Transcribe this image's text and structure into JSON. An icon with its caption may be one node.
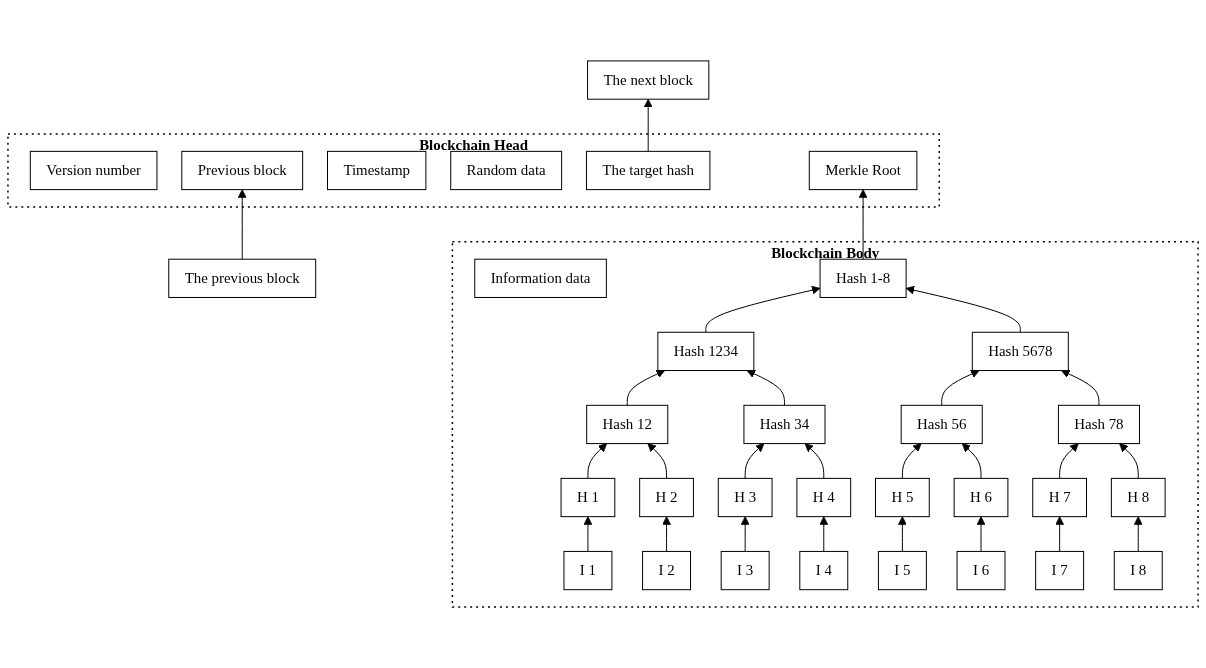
{
  "diagram": {
    "nodes": [
      {
        "text": [
          "The previous block"
        ]
      },
      {
        "text": [
          "Blockchain Head"
        ]
      },
      {
        "text": [
          "Version number"
        ],
        "in": 1
      },
      {
        "text": [
          "Previous block"
        ],
        "in": 1
      },
      {
        "text": [
          "Timestamp"
        ],
        "in": 1
      },
      {
        "text": [
          "Random data"
        ],
        "in": 1
      },
      {
        "text": [
          "The target hash"
        ],
        "in": 1
      },
      {
        "text": [
          "Merkle Root"
        ],
        "in": 1
      },
      {
        "text": [
          "The next block"
        ]
      },
      {
        "text": [
          "Blockchain Body"
        ]
      },
      {
        "text": [
          "Information data"
        ],
        "in": 9
      },
      {
        "text": [
          "Hash 1-8"
        ],
        "in": 9
      },
      {
        "text": [
          "Hash 1234"
        ],
        "in": 9
      },
      {
        "text": [
          "Hash 5678"
        ],
        "in": 9
      },
      {
        "text": [
          "Hash 12"
        ],
        "in": 9
      },
      {
        "text": [
          "Hash 34"
        ],
        "in": 9
      },
      {
        "text": [
          "Hash 56"
        ],
        "in": 9
      },
      {
        "text": [
          "Hash 78"
        ],
        "in": 9
      },
      {
        "text": [
          "H 1"
        ],
        "in": 9
      },
      {
        "text": [
          "H 2"
        ],
        "in": 9
      },
      {
        "text": [
          "H 3"
        ],
        "in": 9
      },
      {
        "text": [
          "H 4"
        ],
        "in": 9
      },
      {
        "text": [
          "H 5"
        ],
        "in": 9
      },
      {
        "text": [
          "H 6"
        ],
        "in": 9
      },
      {
        "text": [
          "H 7"
        ],
        "in": 9
      },
      {
        "text": [
          "H 8"
        ],
        "in": 9
      },
      {
        "text": [
          "I 1"
        ],
        "in": 9
      },
      {
        "text": [
          "I 2"
        ],
        "in": 9
      },
      {
        "text": [
          "I 3"
        ],
        "in": 9
      },
      {
        "text": [
          "I 4"
        ],
        "in": 9
      },
      {
        "text": [
          "I 5"
        ],
        "in": 9
      },
      {
        "text": [
          "I 6"
        ],
        "in": 9
      },
      {
        "text": [
          "I 7"
        ],
        "in": 9
      },
      {
        "text": [
          "I 8"
        ],
        "in": 9
      }
    ],
    "edges": [
      {
        "from": 0,
        "to": 3,
        "arrow": "to"
      },
      {
        "from": 6,
        "to": 8,
        "arrow": "to"
      },
      {
        "from": 11,
        "to": 7,
        "arrow": "to"
      },
      {
        "from": 12,
        "to": 11,
        "arrow": "to"
      },
      {
        "from": 13,
        "to": 11,
        "arrow": "to"
      },
      {
        "from": 14,
        "to": 12,
        "arrow": "to"
      },
      {
        "from": 15,
        "to": 12,
        "arrow": "to"
      },
      {
        "from": 16,
        "to": 13,
        "arrow": "to"
      },
      {
        "from": 17,
        "to": 13,
        "arrow": "to"
      },
      {
        "from": 18,
        "to": 14,
        "arrow": "to"
      },
      {
        "from": 19,
        "to": 14,
        "arrow": "to"
      },
      {
        "from": 20,
        "to": 15,
        "arrow": "to"
      },
      {
        "from": 21,
        "to": 15,
        "arrow": "to"
      },
      {
        "from": 22,
        "to": 16,
        "arrow": "to"
      },
      {
        "from": 23,
        "to": 16,
        "arrow": "to"
      },
      {
        "from": 24,
        "to": 17,
        "arrow": "to"
      },
      {
        "from": 25,
        "to": 17,
        "arrow": "to"
      },
      {
        "from": 26,
        "to": 18,
        "arrow": "to"
      },
      {
        "from": 27,
        "to": 19,
        "arrow": "to"
      },
      {
        "from": 28,
        "to": 20,
        "arrow": "to"
      },
      {
        "from": 29,
        "to": 21,
        "arrow": "to"
      },
      {
        "from": 30,
        "to": 22,
        "arrow": "to"
      },
      {
        "from": 31,
        "to": 23,
        "arrow": "to"
      },
      {
        "from": 32,
        "to": 24,
        "arrow": "to"
      },
      {
        "from": 33,
        "to": 25,
        "arrow": "to"
      }
    ]
  }
}
